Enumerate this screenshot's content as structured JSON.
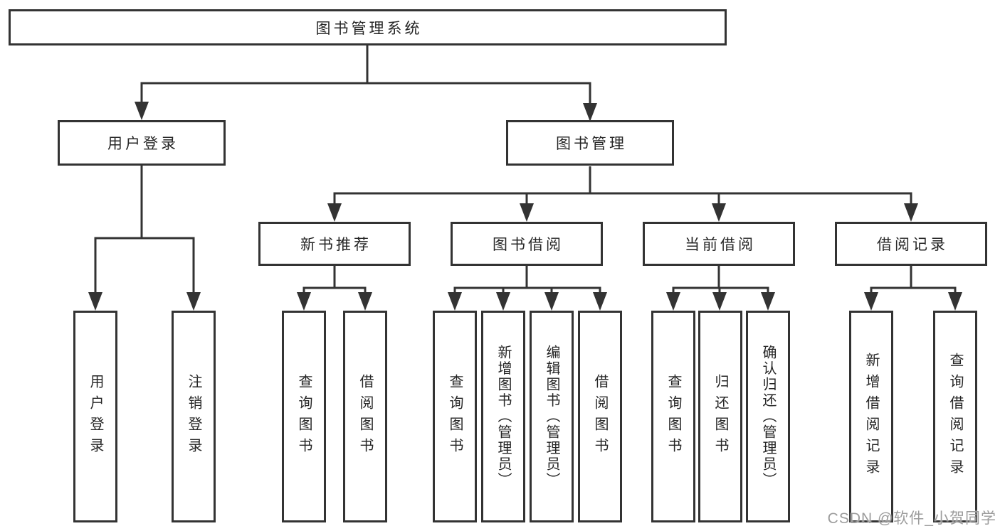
{
  "tree": {
    "root": {
      "label": "图书管理系统"
    },
    "children": [
      {
        "label": "用户登录",
        "children": [
          "用户登录",
          "注销登录"
        ]
      },
      {
        "label": "图书管理",
        "children": [
          {
            "label": "新书推荐",
            "children": [
              "查询图书",
              "借阅图书"
            ]
          },
          {
            "label": "图书借阅",
            "children": [
              "查询图书",
              "新增图书（管理员）",
              "编辑图书（管理员）",
              "借阅图书"
            ]
          },
          {
            "label": "当前借阅",
            "children": [
              "查询图书",
              "归还图书",
              "确认归还（管理员）"
            ]
          },
          {
            "label": "借阅记录",
            "children": [
              "新增借阅记录",
              "查询借阅记录"
            ]
          }
        ]
      }
    ]
  },
  "watermark": {
    "text": "CSDN @软件_小贺同学"
  },
  "colors": {
    "line": "#333333",
    "box_border": "#333333",
    "text": "#262626",
    "watermark": "#9c9c9c",
    "background": "#ffffff"
  }
}
